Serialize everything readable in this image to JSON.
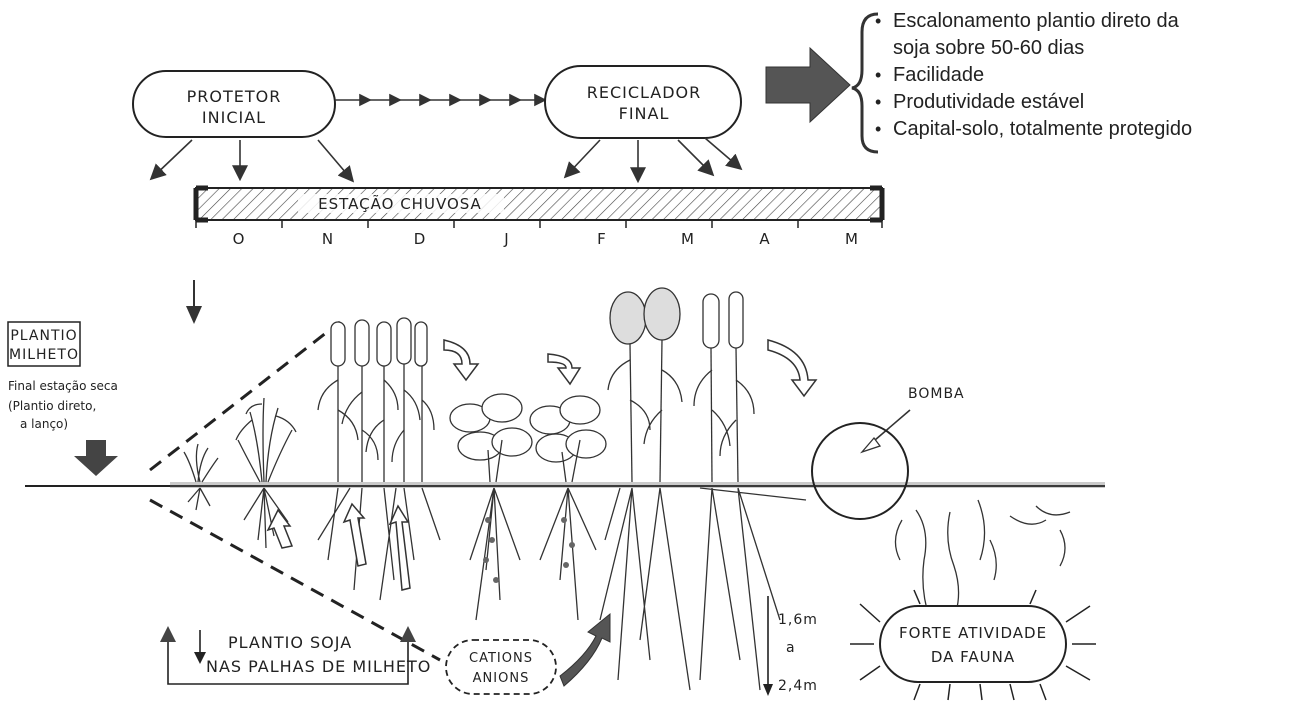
{
  "boxes": {
    "protetor_line1": "PROTETOR",
    "protetor_line2": "INICIAL",
    "reciclador_line1": "RECICLADOR",
    "reciclador_line2": "FINAL",
    "fauna_line1": "FORTE ATIVIDADE",
    "fauna_line2": "DA FAUNA",
    "cations": "CATIONS",
    "anions": "ANIONS"
  },
  "bar": {
    "label": "ESTAÇÃO CHUVOSA",
    "months": [
      "O",
      "N",
      "D",
      "J",
      "F",
      "M",
      "A",
      "M"
    ]
  },
  "benefits": {
    "item1_line1": "Escalonamento plantio direto da",
    "item1_line2": "soja sobre 50-60 dias",
    "item2": "Facilidade",
    "item3": "Produtividade estável",
    "item4": "Capital-solo, totalmente protegido"
  },
  "left": {
    "plantio_line1": "PLANTIO",
    "plantio_line2": "MILHETO",
    "final_line1": "Final estação seca",
    "final_line2": "(Plantio direto,",
    "final_line3": "a lanço)"
  },
  "soja": {
    "line1": "PLANTIO  SOJA",
    "line2": "NAS PALHAS DE MILHETO"
  },
  "bomba": "BOMBA",
  "depth": {
    "top": "1,6m",
    "mid": "a",
    "bottom": "2,4m"
  }
}
